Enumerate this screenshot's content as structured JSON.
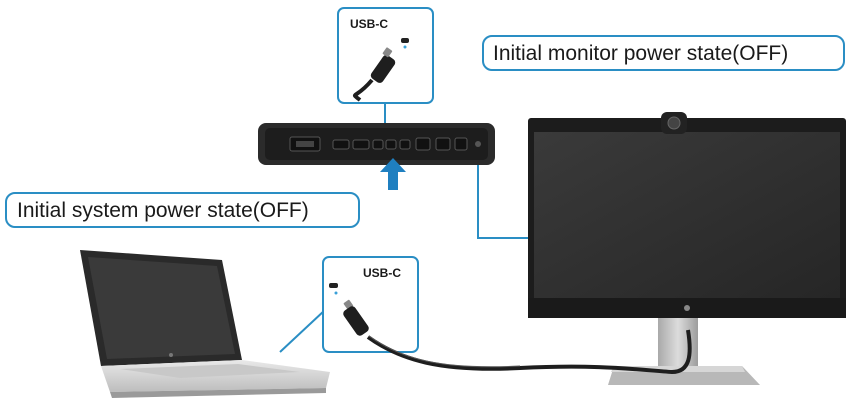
{
  "callouts": {
    "monitor_power_state": "Initial monitor power state(OFF)",
    "system_power_state": "Initial system power state(OFF)"
  },
  "connectors": {
    "top_usb_label": "USB-C",
    "bottom_usb_label": "USB-C"
  },
  "colors": {
    "callout_border": "#2a8ec4",
    "leader_line": "#2a8ec4",
    "arrow": "#1f7fc0",
    "device_dark": "#2b2b2b",
    "screen": "#2f2f2f",
    "stand": "#c9c9c9"
  }
}
